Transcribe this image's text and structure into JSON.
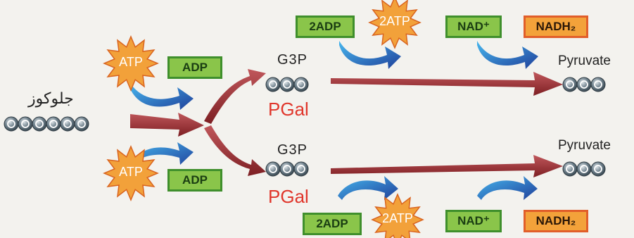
{
  "glucose": {
    "label": "جلوكوز"
  },
  "top_branch": {
    "g3p": "G3P",
    "pgal": "PGal",
    "adp_box": "2ADP",
    "atp_star": "2ATP",
    "nad_box": "NAD⁺",
    "nadh_box": "NADH₂",
    "pyruvate": "Pyruvate"
  },
  "bottom_branch": {
    "g3p": "G3P",
    "pgal": "PGal",
    "adp_box": "2ADP",
    "atp_star": "2ATP",
    "nad_box": "NAD⁺",
    "nadh_box": "NADH₂",
    "pyruvate": "Pyruvate"
  },
  "investment": {
    "top_atp": "ATP",
    "top_adp": "ADP",
    "bottom_atp": "ATP",
    "bottom_adp": "ADP"
  },
  "colors": {
    "main_arrow": "#9b2a2e",
    "curve_arrow": "#2a5cc8",
    "carbon_fill": "#4a5b66",
    "green_box": "#8ac54a",
    "orange_box": "#f3a23a",
    "star": "#f2a13a",
    "pgal_text": "#e0362b"
  }
}
